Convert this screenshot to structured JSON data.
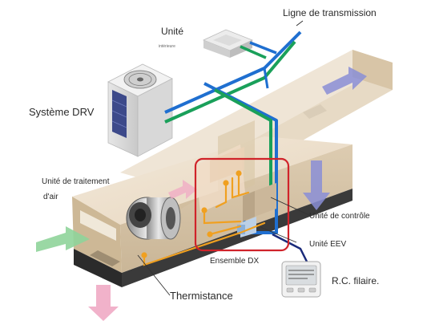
{
  "labels": {
    "transmission_line": "Ligne de transmission",
    "indoor_unit": "Unité",
    "indoor_unit_sub": "intérieure",
    "vrf_system": "Système DRV",
    "ahu_line1": "Unité de traitement",
    "ahu_line2": "d'air",
    "control_unit": "Unité de contrôle",
    "eev_unit": "Unité EEV",
    "dx_kit": "Ensemble DX",
    "thermistor": "Thermistance",
    "wired_rc": "R.C. filaire."
  },
  "colors": {
    "transmission_blue": "#1f6fd0",
    "refrigerant_green": "#1aa05a",
    "wiring_orange": "#f0a020",
    "remote_line_navy": "#1a2a7a",
    "highlight_red": "#d0232a",
    "duct_beige": "#e9d9c2",
    "airflow_blue": "#8a8ed6",
    "airflow_green": "#8fd49a",
    "airflow_pink": "#f0aac4"
  },
  "icons": [
    "outdoor-unit-icon",
    "indoor-cassette-icon",
    "fan-icon",
    "wired-remote-icon",
    "airflow-arrow-icon"
  ]
}
